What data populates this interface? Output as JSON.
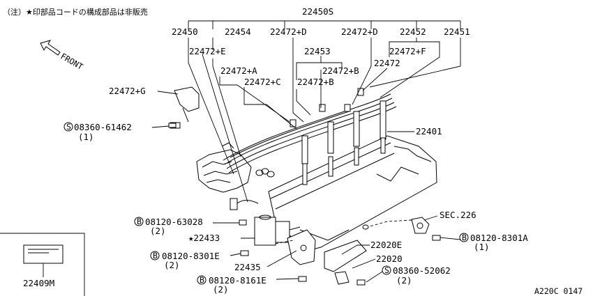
{
  "note": "（注）★印部品コードの構成部品は非販売",
  "front_label": "FRONT",
  "diagram_code": "A220C 0147",
  "labels": {
    "p22450S": "22450S",
    "p22450": "22450",
    "p22454": "22454",
    "p22472D_1": "22472+D",
    "p22472D_2": "22472+D",
    "p22452": "22452",
    "p22451": "22451",
    "p22472E": "22472+E",
    "p22453": "22453",
    "p22472F": "22472+F",
    "p22472A": "22472+A",
    "p22472B_1": "22472+B",
    "p22472": "22472",
    "p22472C": "22472+C",
    "p22472B_2": "22472+B",
    "p22472G": "22472+G",
    "p22401": "22401",
    "bolt_s1": "08360-61462",
    "bolt_s1_qty": "(1)",
    "sec226": "SEC.226",
    "bolt_b1": "08120-63028",
    "bolt_b1_qty": "(2)",
    "p22433": "★22433",
    "bolt_b2": "08120-8301A",
    "bolt_b2_qty": "(1)",
    "p22020E": "22020E",
    "bolt_b3": "08120-8301E",
    "bolt_b3_qty": "(2)",
    "p22020": "22020",
    "p22435": "22435",
    "bolt_s2": "08360-52062",
    "bolt_s2_qty": "(2)",
    "bolt_b4": "08120-8161E",
    "bolt_b4_qty": "(2)",
    "p22409M": "22409M"
  },
  "prefix": {
    "S": "S",
    "B": "B"
  }
}
